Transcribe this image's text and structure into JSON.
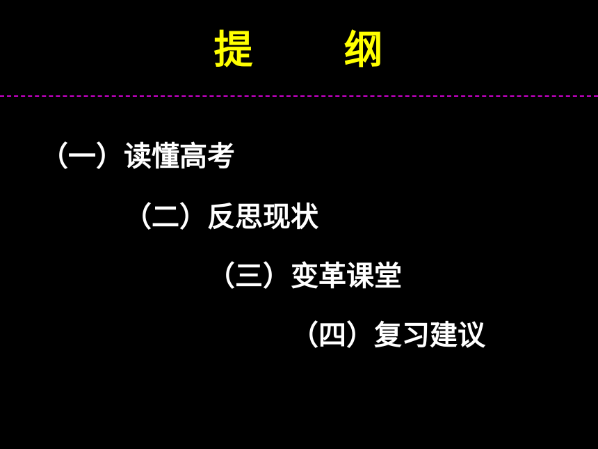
{
  "title": "提      纲",
  "colors": {
    "background": "#000000",
    "title": "#ffff00",
    "divider": "#cc00cc",
    "text": "#ffffff"
  },
  "outline": {
    "items": [
      "（一）读懂高考",
      "（二）反思现状",
      "（三）变革课堂",
      "（四）复习建议"
    ]
  }
}
